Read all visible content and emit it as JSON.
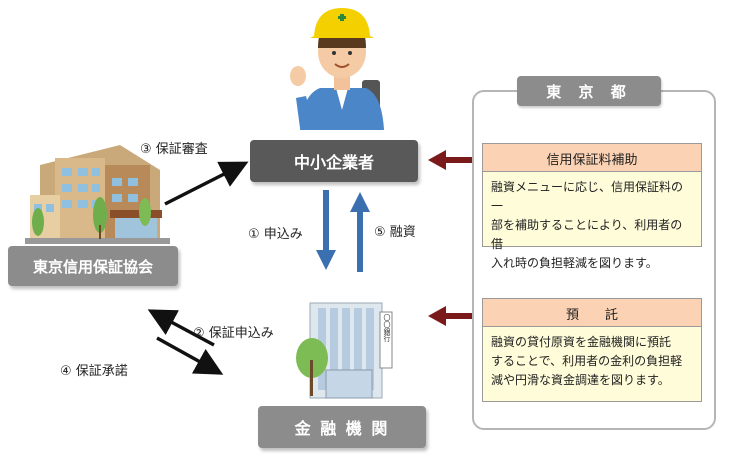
{
  "nodes": {
    "sme": "中小企業者",
    "guarantee_assoc": "東京信用保証協会",
    "bank": "金 融 機 関",
    "bank_sign": "〇〇銀行"
  },
  "flows": {
    "step1": "① 申込み",
    "step2": "② 保証申込み",
    "step3": "③ 保証審査",
    "step4": "④ 保証承諾",
    "step5": "⑤ 融資"
  },
  "tokyo": {
    "title": "東 京 都",
    "subsidy": {
      "title": "信用保証料補助",
      "lines": [
        "融資メニューに応じ、信用保証料の一",
        "部を補助することにより、利用者の借",
        "入れ時の負担軽減を図ります。"
      ]
    },
    "deposit": {
      "title": "預　　託",
      "lines": [
        "融資の貸付原資を金融機関に預託",
        "することで、利用者の金利の負担軽",
        "減や円滑な資金調達を図ります。"
      ]
    }
  },
  "colors": {
    "dark_box": "#595959",
    "gray_box": "#8c8c8c",
    "blue_arrow": "#3a6fb0",
    "red_arrow": "#7b1a1a",
    "header_fill": "#fbd3b4",
    "body_fill": "#fefcd9"
  }
}
